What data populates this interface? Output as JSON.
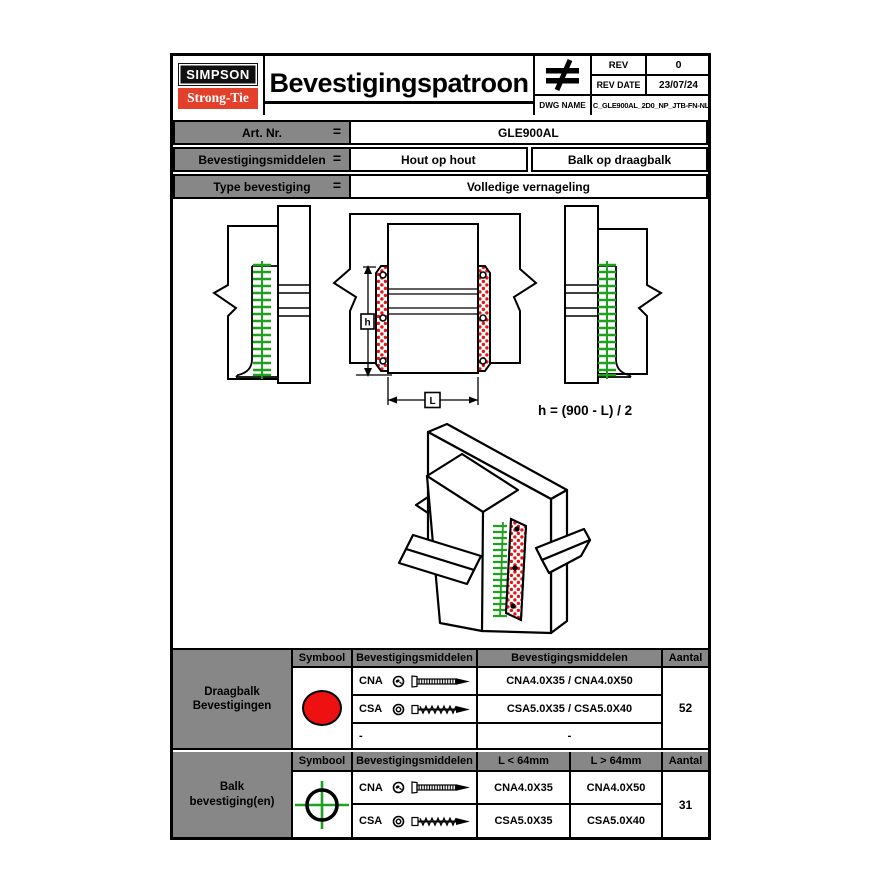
{
  "header": {
    "logo_top": "SIMPSON",
    "logo_bottom": "Strong-Tie",
    "title": "Bevestigingspatroon",
    "rev_label": "REV",
    "rev_value": "0",
    "rev_date_label": "REV DATE",
    "rev_date_value": "23/07/24",
    "dwg_name_label": "DWG NAME",
    "dwg_name_value": "C_GLE900AL_2D0_NP_JTB-FN-NL"
  },
  "info": {
    "rows": [
      {
        "label": "Art. Nr.",
        "eq": "=",
        "value1": "GLE900AL"
      },
      {
        "label": "Bevestigingsmiddelen",
        "eq": "=",
        "value1": "Hout op hout",
        "value2": "Balk op draagbalk"
      },
      {
        "label": "Type bevestiging",
        "eq": "=",
        "value1": "Volledige vernageling"
      }
    ]
  },
  "drawing": {
    "dim_h_label": "h",
    "dim_l_label": "L",
    "formula": "h = (900 - L) / 2"
  },
  "table1": {
    "row_header": [
      "Draagbalk",
      "Bevestigingen"
    ],
    "columns": [
      "Symbool",
      "Bevestigingsmiddelen",
      "Bevestigingsmiddelen",
      "Aantal"
    ],
    "symbol": "red-filled-circle",
    "rows": [
      {
        "code": "CNA",
        "fastener": "nail",
        "spec": "CNA4.0X35 / CNA4.0X50"
      },
      {
        "code": "CSA",
        "fastener": "screw",
        "spec": "CSA5.0X35 / CSA5.0X40"
      },
      {
        "code": "-",
        "fastener": "none",
        "spec": "-"
      }
    ],
    "aantal": "52"
  },
  "table2": {
    "row_header": [
      "Balk",
      "bevestiging(en)"
    ],
    "columns": [
      "Symbool",
      "Bevestigingsmiddelen",
      "L < 64mm",
      "L > 64mm",
      "Aantal"
    ],
    "symbol": "green-crosshair-circle",
    "rows": [
      {
        "code": "CNA",
        "fastener": "nail",
        "l_small": "CNA4.0X35",
        "l_large": "CNA4.0X50"
      },
      {
        "code": "CSA",
        "fastener": "screw",
        "l_small": "CSA5.0X35",
        "l_large": "CSA5.0X40"
      }
    ],
    "aantal": "31"
  },
  "colors": {
    "panel_grey": "#878787",
    "logo_red": "#e2402a",
    "nail_red": "#ee1111",
    "screw_green": "#1fa11f"
  }
}
